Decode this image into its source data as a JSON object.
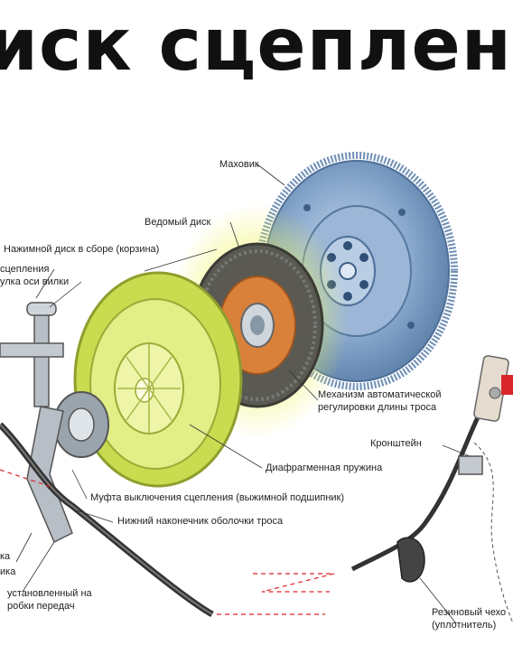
{
  "title": "иск сцеплен",
  "labels": {
    "flywheel": "Маховик",
    "driven_disc": "Ведомый диск",
    "pressure_plate": "Нажимной диск в сборе (корзина)",
    "fork_partial": "сцепления",
    "fork_bushing_partial": "улка оси вилки",
    "auto_adjust_line1": "Механизм автоматической",
    "auto_adjust_line2": "регулировки длины троса",
    "bracket": "Кронштейн",
    "diaphragm_spring": "Диафрагменная пружина",
    "release_bearing": "Муфта выключения сцепления (выжимной подшипник)",
    "lower_tip": "Нижний наконечник оболочки троса",
    "left_partial_1": "ка",
    "left_partial_2": "ика",
    "gearbox_line1": "установленный на",
    "gearbox_line2": "робки передач",
    "boot_line1": "Резиновый чехо",
    "boot_line2": "(уплотнитель)"
  },
  "colors": {
    "flywheel": "#7a9bc2",
    "driven_disc_hub": "#d9813a",
    "pressure_plate": "#d8e86a",
    "glow": "#eef35a",
    "red_accent": "#d8262b"
  }
}
